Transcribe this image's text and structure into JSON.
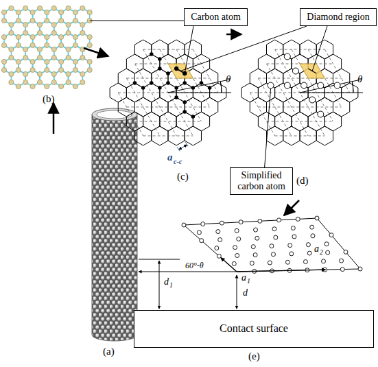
{
  "diagram": {
    "nodes": [
      {
        "text": [
          "Carbon atom"
        ]
      },
      {
        "text": [
          "Diamond region"
        ]
      },
      {
        "text": [
          "Simplified carbon atom"
        ]
      },
      {
        "text": [
          "Contact surface"
        ]
      }
    ],
    "labels": [
      "(b)",
      "(c)",
      "θ",
      "θ",
      "a",
      "c-c",
      "(d)",
      "(a)",
      "a",
      "2",
      "a",
      "1",
      "60°-θ",
      "d",
      "1",
      "d",
      "(e)"
    ]
  }
}
